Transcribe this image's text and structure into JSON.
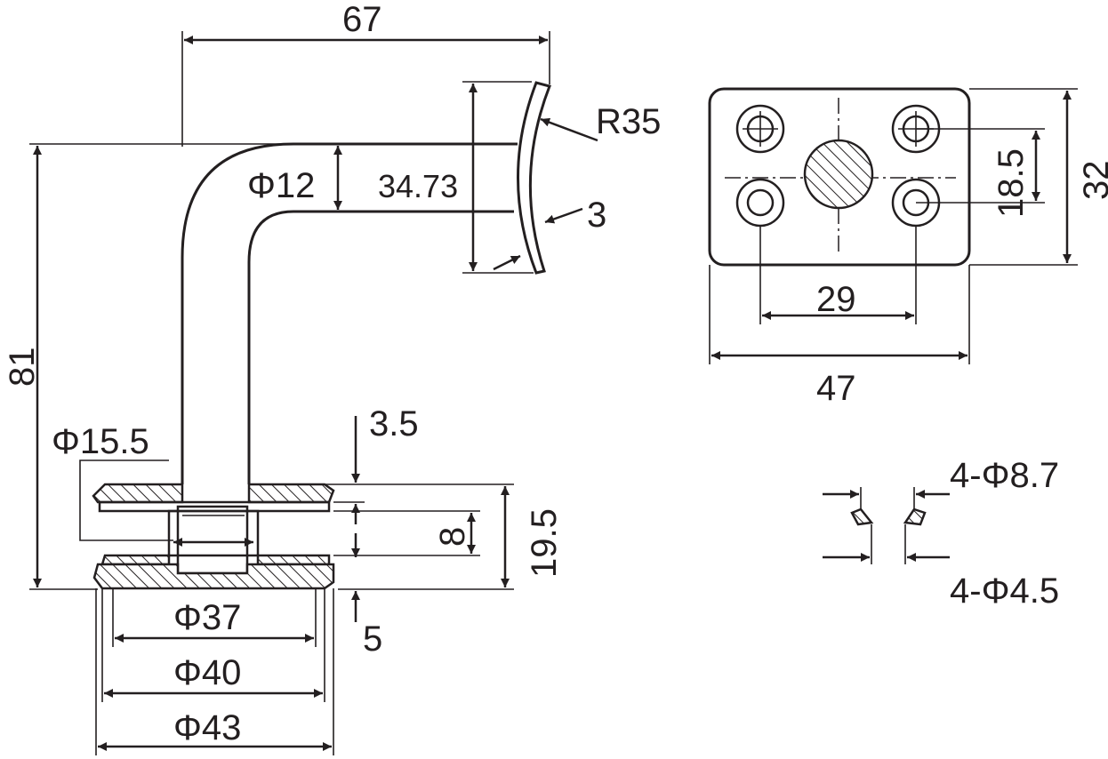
{
  "drawing": {
    "side_view": {
      "width_67": "67",
      "radius_r35": "R35",
      "tube_dia": "Φ12",
      "saddle_height": "34.73",
      "saddle_thickness": "3",
      "total_height": "81",
      "stem_dia": "Φ15.5",
      "top_plate": "3.5",
      "gap": "8",
      "base_height": "19.5",
      "base_plate": "5",
      "dia_37": "Φ37",
      "dia_40": "Φ40",
      "dia_43": "Φ43"
    },
    "top_view": {
      "height": "32",
      "hole_spacing_v": "18.5",
      "hole_spacing_h": "29",
      "width": "47"
    },
    "hole_detail": {
      "countersink": "4-Φ8.7",
      "hole": "4-Φ4.5"
    }
  }
}
